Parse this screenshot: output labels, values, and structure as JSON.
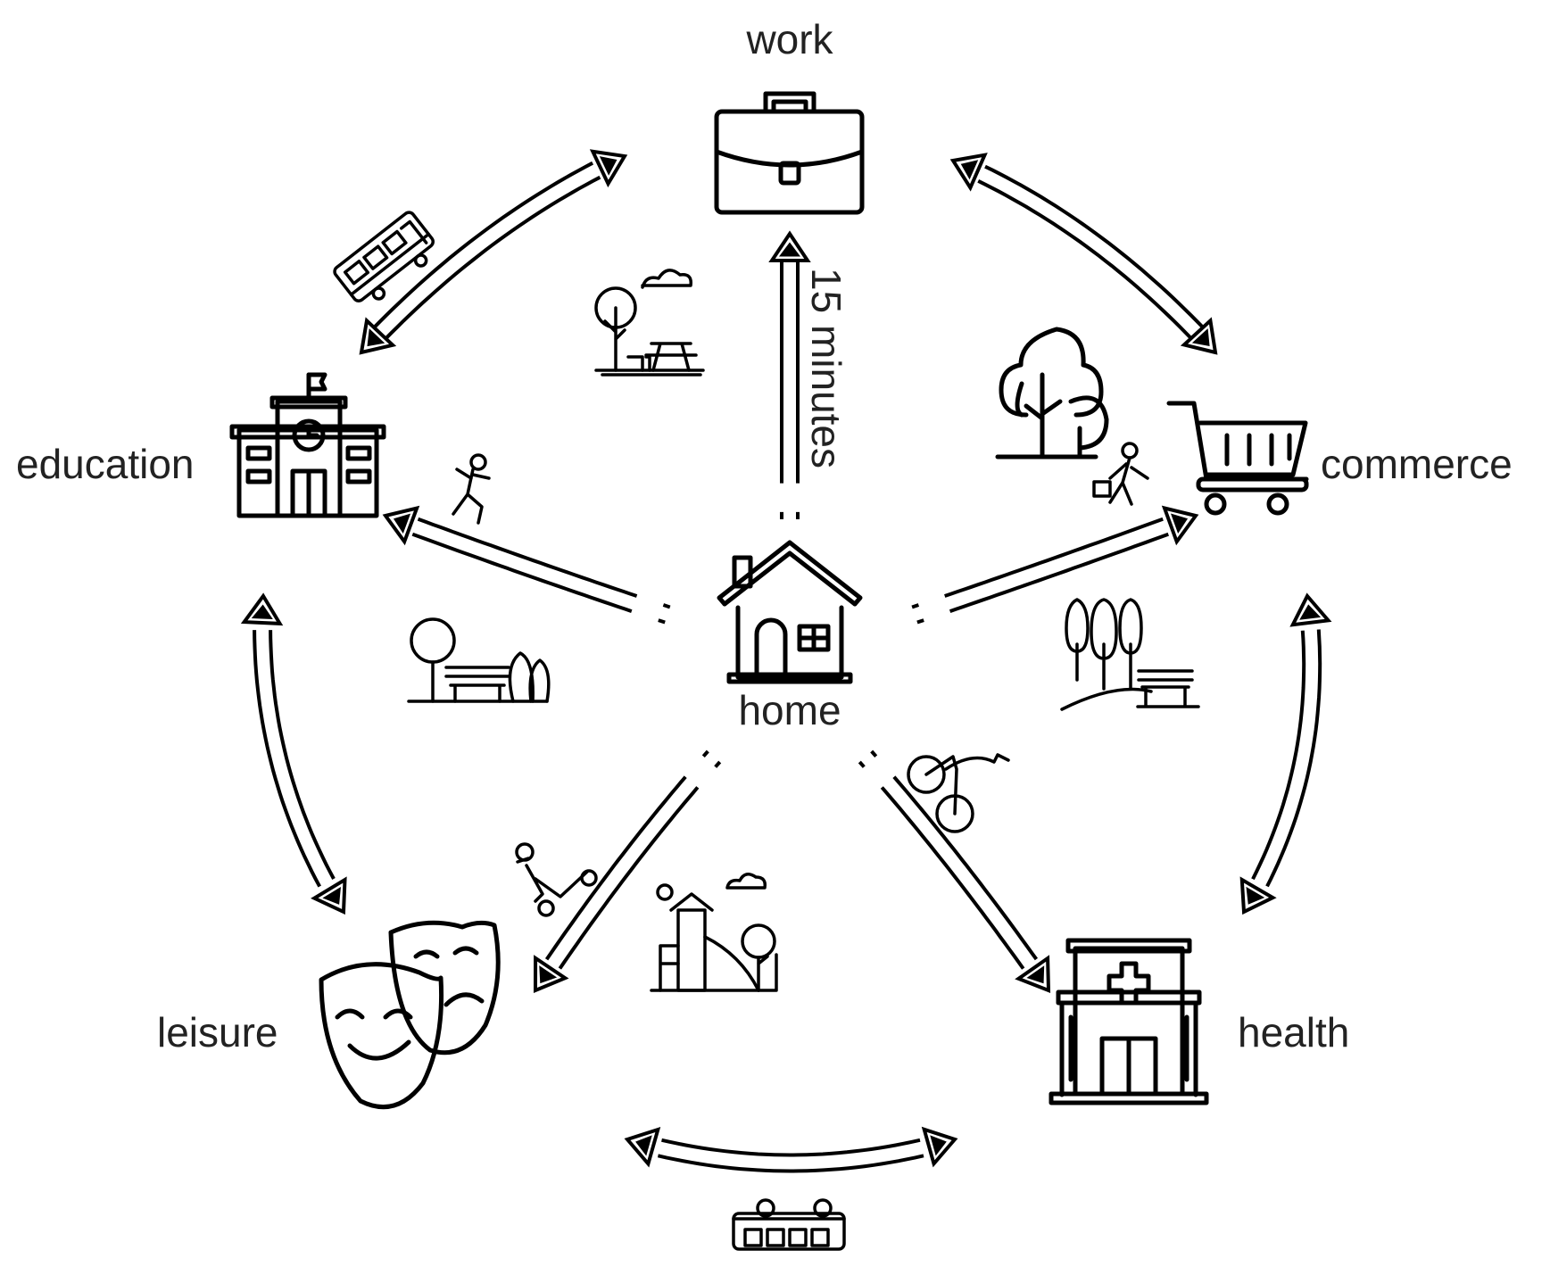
{
  "nodes": {
    "work": "work",
    "education": "education",
    "commerce": "commerce",
    "home": "home",
    "leisure": "leisure",
    "health": "health"
  },
  "time_label": "15 minutes",
  "icons": {
    "work": "briefcase-icon",
    "education": "school-icon",
    "commerce": "shopping-cart-icon",
    "home": "house-icon",
    "leisure": "theater-masks-icon",
    "health": "hospital-icon"
  },
  "colors": {
    "line": "#000000",
    "text": "#222222",
    "background": "#ffffff"
  }
}
